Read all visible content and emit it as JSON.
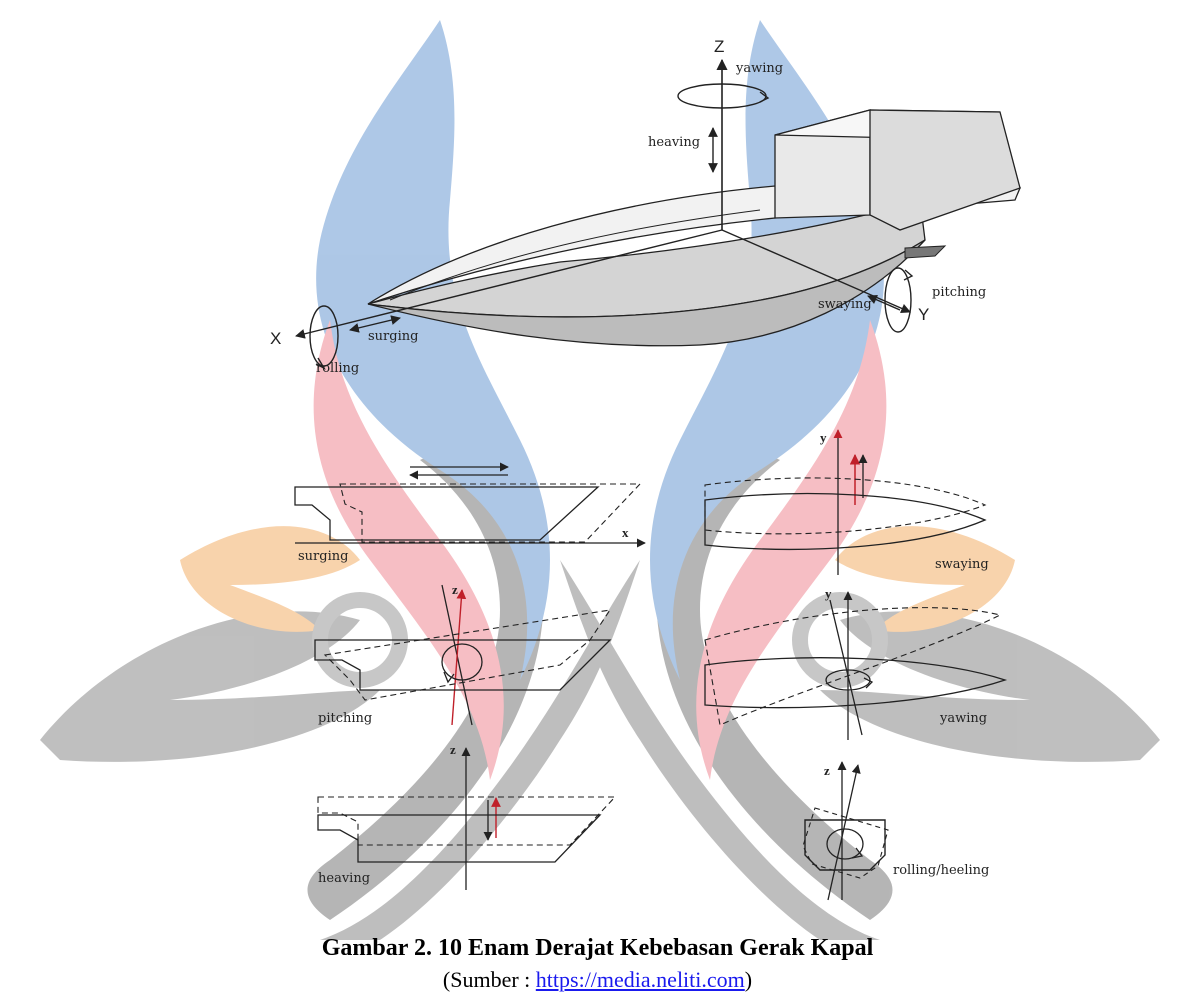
{
  "top_diagram": {
    "axis_x": "X",
    "axis_y": "Y",
    "axis_z": "Z",
    "labels": {
      "yawing": "yawing",
      "heaving": "heaving",
      "pitching": "pitching",
      "swaying": "swaying",
      "surging": "surging",
      "rolling": "rolling"
    }
  },
  "panels": {
    "surging": {
      "label": "surging",
      "axis": "x"
    },
    "swaying": {
      "label": "swaying",
      "axis": "y"
    },
    "pitching": {
      "label": "pitching",
      "axis": "z"
    },
    "yawing": {
      "label": "yawing",
      "axis": "y"
    },
    "heaving": {
      "label": "heaving",
      "axis": "z"
    },
    "rolling": {
      "label": "rolling/heeling",
      "axis": "z"
    }
  },
  "caption": {
    "title": "Gambar 2. 10 Enam Derajat Kebebasan Gerak Kapal",
    "source_prefix": "(Sumber : ",
    "source_link": "https://media.neliti.com",
    "source_suffix": ")"
  },
  "colors": {
    "watermark_blue": "#5b8fcf",
    "watermark_red": "#ea7a86",
    "watermark_gray": "#7a7a7a",
    "watermark_orange": "#f2a65a",
    "accent_red": "#c0202a"
  }
}
